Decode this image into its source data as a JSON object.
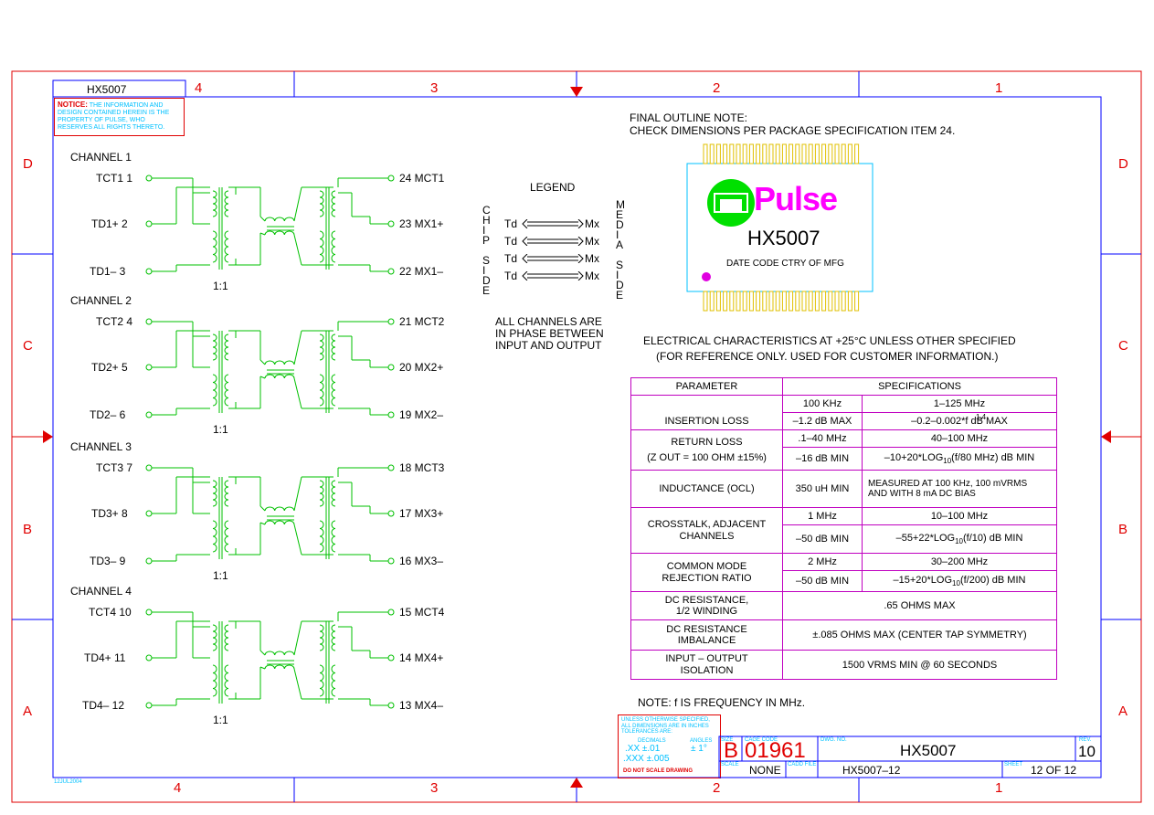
{
  "border": {
    "zone_numbers_top": [
      "4",
      "3",
      "2",
      "1"
    ],
    "zone_numbers_bottom": [
      "4",
      "3",
      "2",
      "1"
    ],
    "zone_letters_left": [
      "D",
      "C",
      "B",
      "A"
    ],
    "zone_letters_right": [
      "D",
      "C",
      "B",
      "A"
    ]
  },
  "header": {
    "part_box": "HX5007",
    "notice_label": "NOTICE:",
    "notice_text": "THE INFORMATION AND DESIGN CONTAINED HEREIN IS THE PROPERTY OF PULSE, WHO RESERVES ALL RIGHTS THERETO."
  },
  "channels": [
    {
      "title": "CHANNEL 1",
      "pins_left": [
        "TCT1  1",
        "TD1+  2",
        "TD1–  3"
      ],
      "pins_right": [
        "24  MCT1",
        "23  MX1+",
        "22  MX1–"
      ],
      "ratio": "1:1"
    },
    {
      "title": "CHANNEL 2",
      "pins_left": [
        "TCT2  4",
        "TD2+  5",
        "TD2–  6"
      ],
      "pins_right": [
        "21  MCT2",
        "20  MX2+",
        "19  MX2–"
      ],
      "ratio": "1:1"
    },
    {
      "title": "CHANNEL 3",
      "pins_left": [
        "TCT3  7",
        "TD3+  8",
        "TD3–  9"
      ],
      "pins_right": [
        "18  MCT3",
        "17  MX3+",
        "16  MX3–"
      ],
      "ratio": "1:1"
    },
    {
      "title": "CHANNEL 4",
      "pins_left": [
        "TCT4  10",
        "TD4+  11",
        "TD4–  12"
      ],
      "pins_right": [
        "15  MCT4",
        "14  MX4+",
        "13  MX4–"
      ],
      "ratio": "1:1"
    }
  ],
  "legend": {
    "title": "LEGEND",
    "chip_side": [
      "C",
      "H",
      "I",
      "P",
      "",
      "S",
      "I",
      "D",
      "E"
    ],
    "media_side": [
      "M",
      "E",
      "D",
      "I",
      "A",
      "",
      "S",
      "I",
      "D",
      "E"
    ],
    "rows": [
      [
        "Td",
        "Mx"
      ],
      [
        "Td",
        "Mx"
      ],
      [
        "Td",
        "Mx"
      ],
      [
        "Td",
        "Mx"
      ]
    ],
    "note": [
      "ALL CHANNELS ARE",
      "IN PHASE BETWEEN",
      "INPUT AND OUTPUT"
    ]
  },
  "outline": {
    "note_line1": "FINAL OUTLINE NOTE:",
    "note_line2": "CHECK DIMENSIONS PER PACKAGE SPECIFICATION ITEM 24.",
    "logo": "Pulse",
    "part": "HX5007",
    "date_code": "DATE CODE CTRY OF MFG"
  },
  "electrical": {
    "heading1": "ELECTRICAL CHARACTERISTICS AT +25°C UNLESS OTHER SPECIFIED",
    "heading2": "(FOR REFERENCE ONLY. USED FOR CUSTOMER INFORMATION.)",
    "col_parameter": "PARAMETER",
    "col_specs": "SPECIFICATIONS",
    "insertion_loss": {
      "name": "INSERTION  LOSS",
      "f1": "100  KHz",
      "f2": "1–125  MHz",
      "v1": "–1.2  dB  MAX",
      "v2": "–0.2–0.002*f   dB  MAX",
      "exp": "1.4"
    },
    "return_loss": {
      "name1": "RETURN  LOSS",
      "name2": "(Z  OUT  =  100  OHM  ±15%)",
      "f1": ".1–40  MHz",
      "f2": "40–100  MHz",
      "v1": "–16  dB  MIN",
      "v2a": "–10+20*LOG",
      "v2sub": "10",
      "v2b": "(f/80  MHz)  dB  MIN"
    },
    "inductance": {
      "name": "INDUCTANCE  (OCL)",
      "v1": "350  uH  MIN",
      "v2a": "MEASURED  AT  100  KHz,  100  mVRMS",
      "v2b": "AND  WITH  8  mA  DC  BIAS"
    },
    "crosstalk": {
      "name1": "CROSSTALK,  ADJACENT",
      "name2": "CHANNELS",
      "f1": "1  MHz",
      "f2": "10–100  MHz",
      "v1": "–50  dB  MIN",
      "v2a": "–55+22*LOG",
      "v2sub": "10",
      "v2b": "(f/10)  dB  MIN"
    },
    "cmrr": {
      "name1": "COMMON  MODE",
      "name2": "REJECTION  RATIO",
      "f1": "2  MHz",
      "f2": "30–200  MHz",
      "v1": "–50  dB  MIN",
      "v2a": "–15+20*LOG",
      "v2sub": "10",
      "v2b": "(f/200)  dB  MIN"
    },
    "dcr": {
      "name1": "DC  RESISTANCE,",
      "name2": "1/2  WINDING",
      "v": ".65  OHMS  MAX"
    },
    "dcr_imb": {
      "name1": "DC  RESISTANCE",
      "name2": "IMBALANCE",
      "v": "±.085  OHMS  MAX  (CENTER  TAP  SYMMETRY)"
    },
    "isolation": {
      "name1": "INPUT  –  OUTPUT",
      "name2": "ISOLATION",
      "v": "1500  VRMS  MIN  @  60  SECONDS"
    },
    "note": "NOTE:  f  IS  FREQUENCY  IN  MHz."
  },
  "title_block": {
    "tol_header": "UNLESS OTHERWISE SPECIFIED, ALL DIMENSIONS ARE IN INCHES TOLERANCES ARE:",
    "decimals": "DECIMALS",
    "angles": "ANGLES",
    "xx": ".XX    ±.01",
    "xxx": ".XXX  ±.005",
    "ang": "±  1°",
    "no_scale": "DO  NOT  SCALE  DRAWING",
    "size_label": "SIZE",
    "cage_label": "CAGE  CODE",
    "dwg_label": "DWG.  NO.",
    "rev_label": "REV.",
    "size": "B",
    "cage": "01961",
    "dwg": "HX5007",
    "rev": "10",
    "scale_label": "SCALE",
    "scale": "NONE",
    "cad_label": "CADD  FILE",
    "cad": "HX5007–12",
    "sheet_label": "SHEET",
    "sheet": "12  OF  12"
  },
  "footer_code": "12JUL2004"
}
